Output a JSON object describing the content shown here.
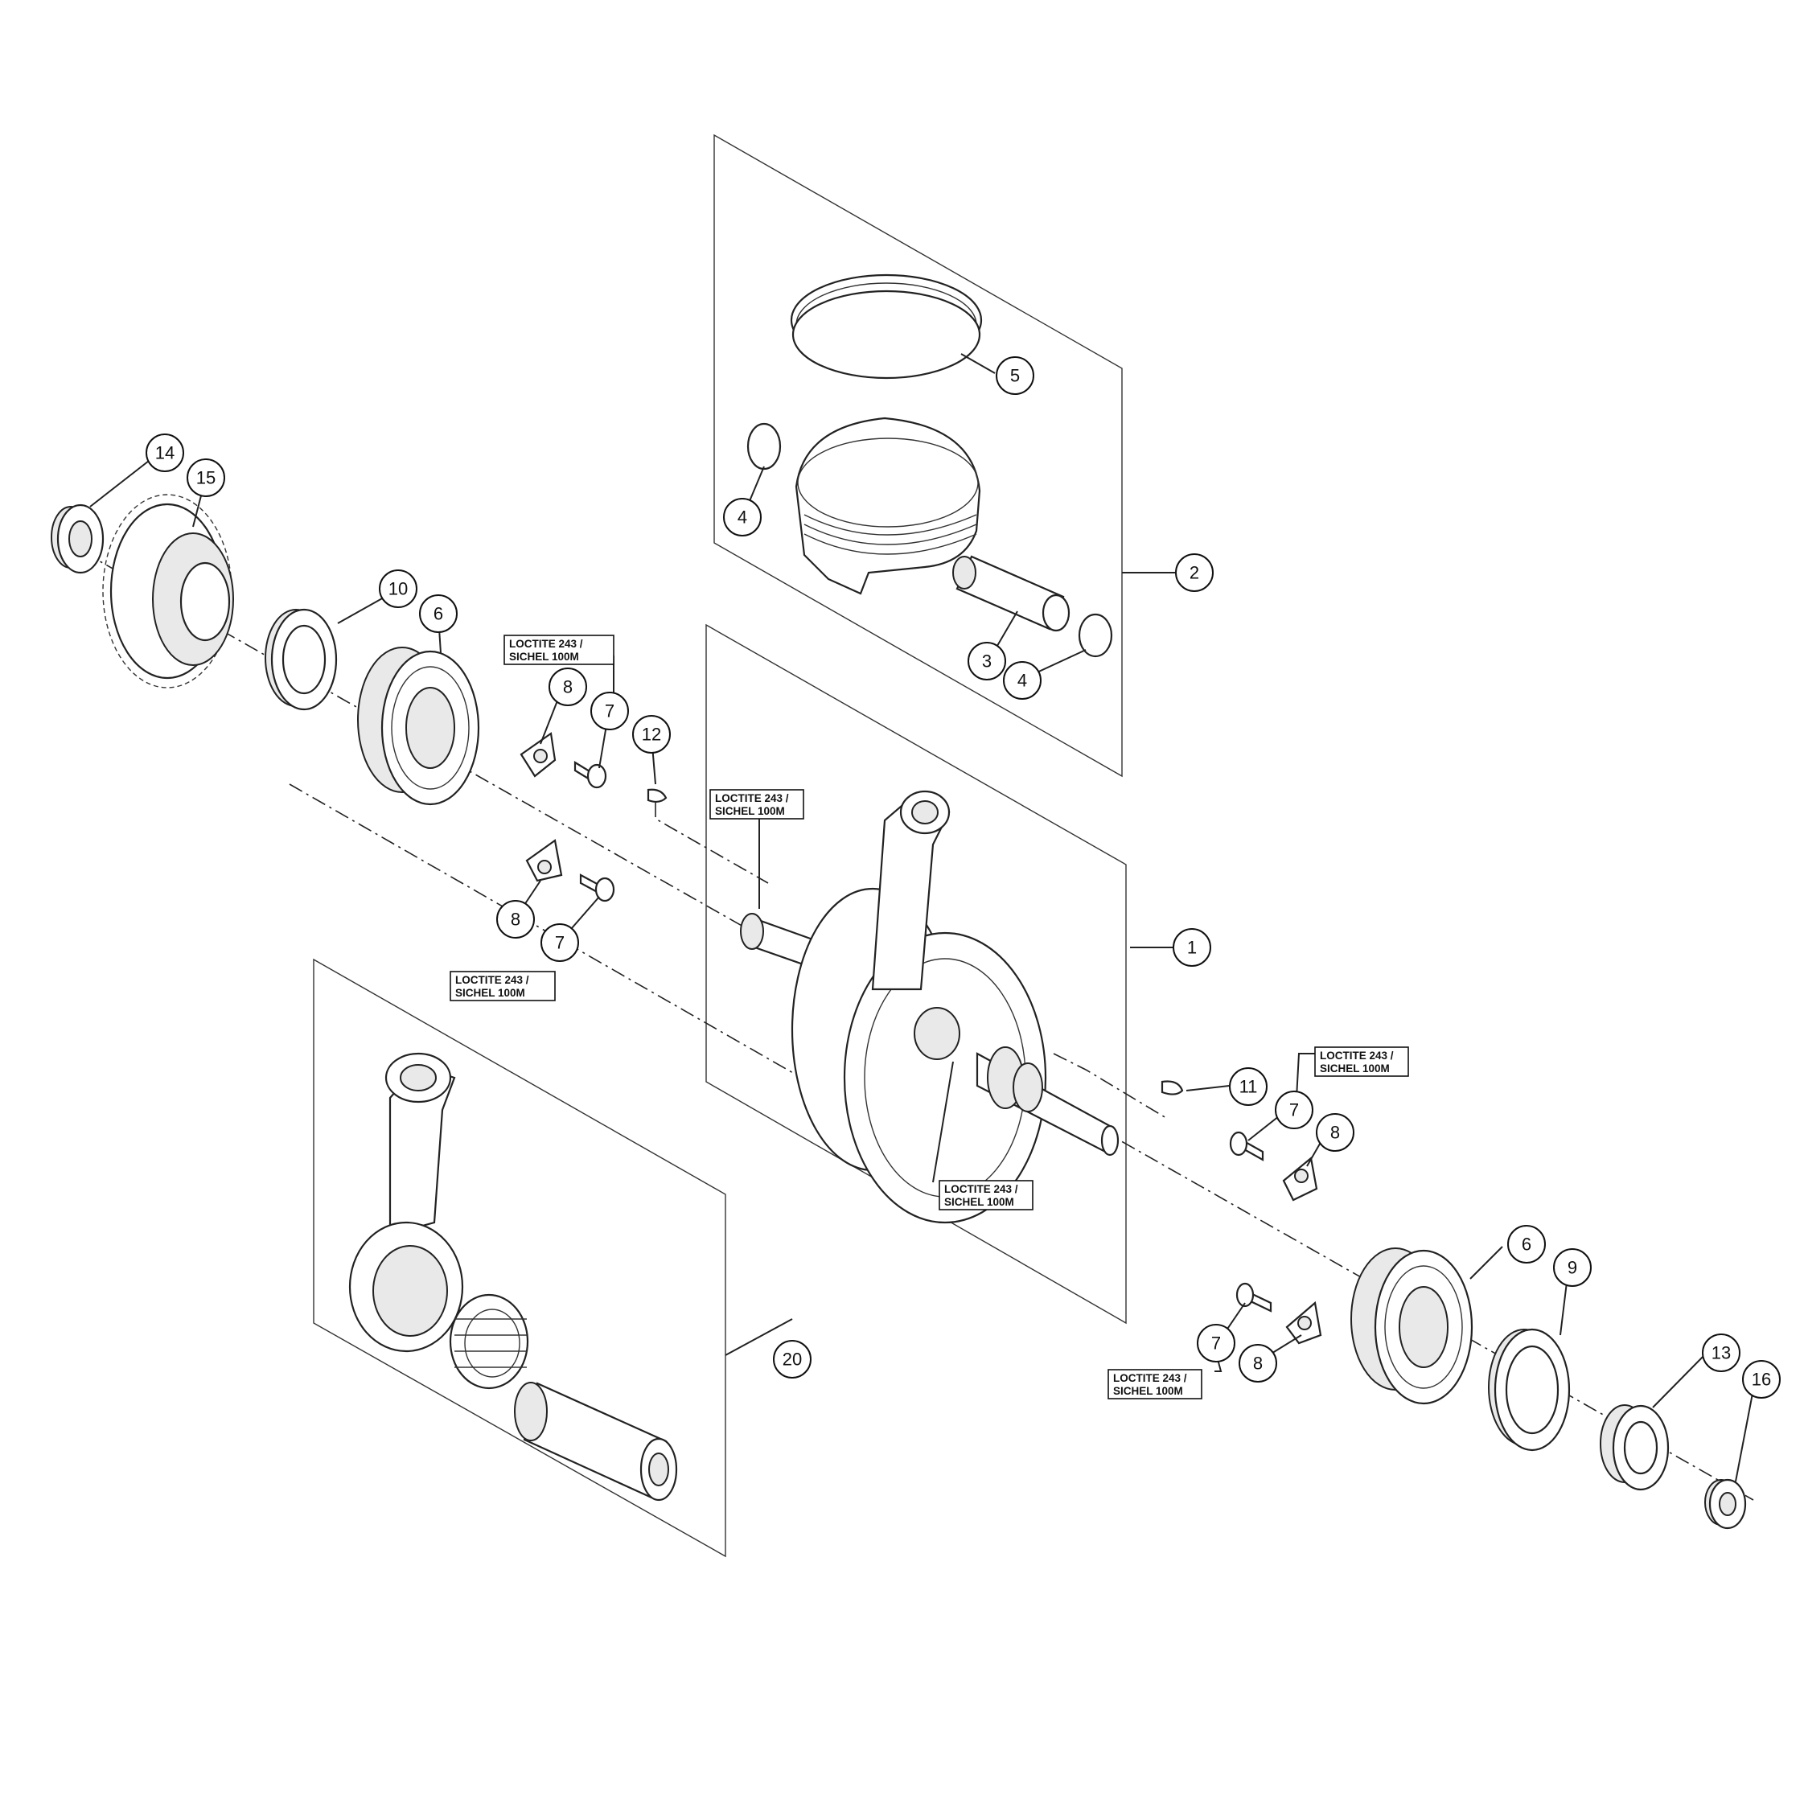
{
  "diagram": {
    "callouts": {
      "c1": "1",
      "c2": "2",
      "c3": "3",
      "c4a": "4",
      "c4b": "4",
      "c5": "5",
      "c6a": "6",
      "c6b": "6",
      "c7a": "7",
      "c7b": "7",
      "c7c": "7",
      "c7d": "7",
      "c8a": "8",
      "c8b": "8",
      "c8c": "8",
      "c8d": "8",
      "c9": "9",
      "c10": "10",
      "c11": "11",
      "c12": "12",
      "c13": "13",
      "c14": "14",
      "c15": "15",
      "c16": "16",
      "c20": "20"
    },
    "note_line1": "LOCTITE 243 /",
    "note_line2": "SICHEL 100M"
  }
}
